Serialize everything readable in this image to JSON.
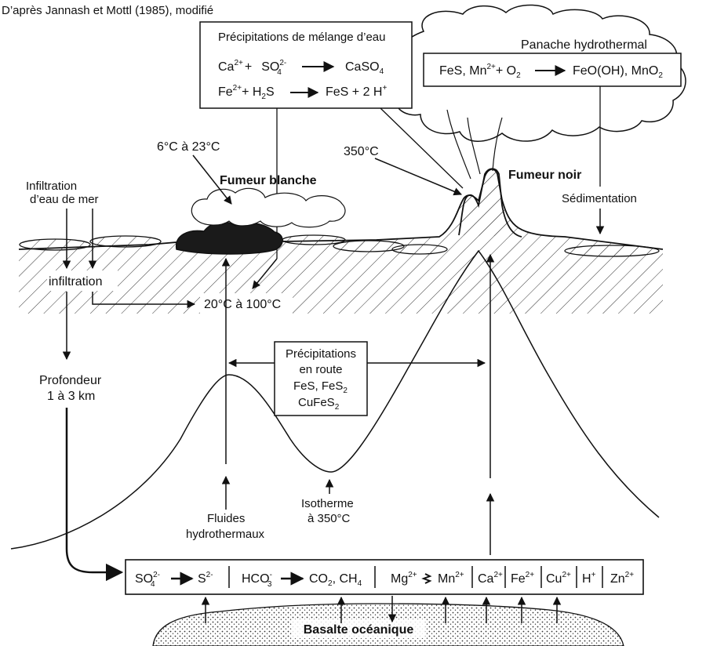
{
  "caption": "D’après Jannash et Mottl (1985), modifié",
  "box_melange": {
    "title": "Précipitations de mélange d’eau",
    "r1": {
      "ca": "Ca",
      "ca_sup": "2+",
      "plus": "+",
      "so": "SO",
      "so_sub": "4",
      "so_sup": "2-",
      "product": "CaSO",
      "product_sub": "4"
    },
    "r2": {
      "fe": "Fe",
      "fe_sup": "2+",
      "plus": "+ H",
      "h_sub": "2",
      "s": "S",
      "product": "FeS + 2 H",
      "h_sup": "+"
    }
  },
  "panache": {
    "label": "Panache hydrothermal",
    "reaction": {
      "left": "FeS, Mn",
      "mn_sup": "2+",
      "plus": "+ O",
      "o_sub": "2",
      "right": "FeO(OH), MnO",
      "right_sub": "2"
    }
  },
  "labels": {
    "t_cold": "6°C à 23°C",
    "t_350": "350°C",
    "fumeur_blanche": "Fumeur blanche",
    "fumeur_noir": "Fumeur noir",
    "infiltration_eau_1": "Infiltration",
    "infiltration_eau_2": "d’eau de mer",
    "infiltration": "infiltration",
    "sedimentation": "Sédimentation",
    "t_mid": "20°C à 100°C",
    "profondeur_1": "Profondeur",
    "profondeur_2": "1 à 3 km",
    "fluides_1": "Fluides",
    "fluides_2": "hydrothermaux",
    "isotherme_1": "Isotherme",
    "isotherme_2": "à 350°C",
    "basalte": "Basalte océanique"
  },
  "box_route": {
    "l1": "Précipitations",
    "l2": "en route",
    "l3a": "FeS, FeS",
    "l3_sub": "2",
    "l4a": "CuFeS",
    "l4_sub": "2"
  },
  "bottom_bar": {
    "so4": "SO",
    "so4_sub": "4",
    "so4_sup": "2-",
    "s": "S",
    "s_sup": "2-",
    "hco3": "HCO",
    "hco3_sub": "3",
    "hco3_sup": "-",
    "co2": "CO",
    "co2_sub": "2",
    "ch4": ", CH",
    "ch4_sub": "4",
    "mg": "Mg",
    "mg_sup": "2+",
    "mn": "Mn",
    "mn_sup": "2+",
    "ca": "Ca",
    "ca_sup": "2+",
    "fe": "Fe",
    "fe_sup": "2+",
    "cu": "Cu",
    "cu_sup": "2+",
    "h": "H",
    "h_sup": "+",
    "zn": "Zn",
    "zn_sup": "2+"
  }
}
